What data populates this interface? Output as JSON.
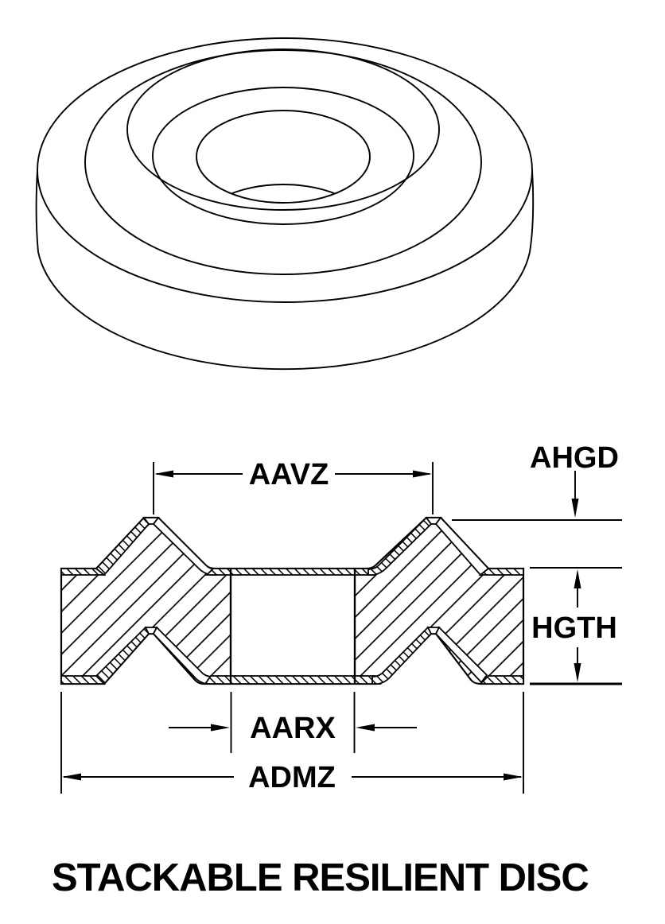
{
  "title": "STACKABLE RESILIENT DISC",
  "figure": {
    "type": "engineering-part-drawing",
    "views": [
      "perspective-view",
      "cross-section-view"
    ],
    "part": "stackable resilient disc"
  },
  "dimension_labels": {
    "ridge_circle_diameter": "AAVZ",
    "ridge_height_above_flat": "AHGD",
    "overall_height": "HGTH",
    "center_hole_diameter": "AARX",
    "overall_diameter": "ADMZ"
  },
  "colors": {
    "line": "#000000",
    "background": "#ffffff"
  }
}
